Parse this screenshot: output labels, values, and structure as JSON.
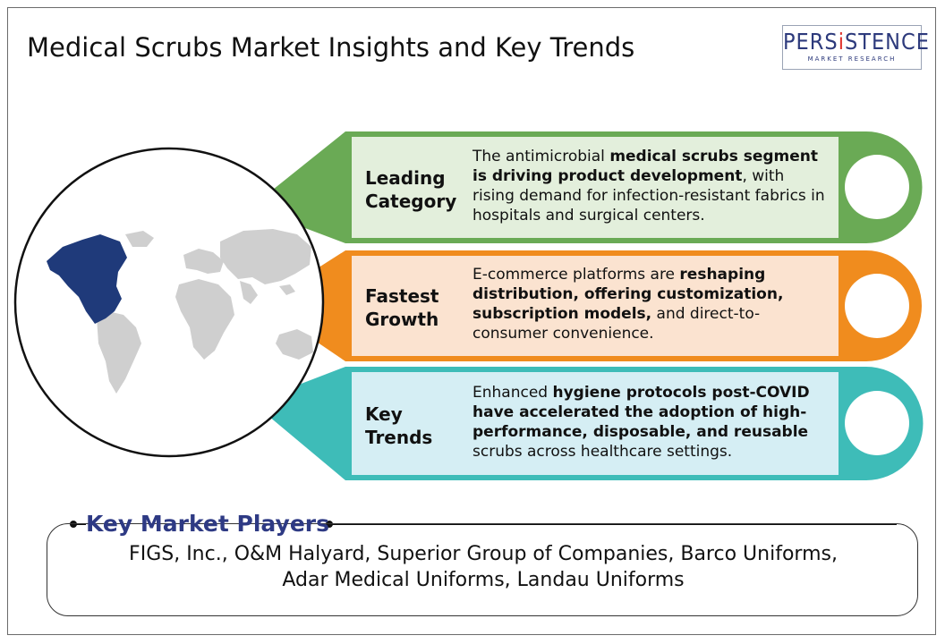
{
  "header": {
    "title": "Medical Scrubs Market Insights and Key Trends",
    "logo": {
      "brand_pre": "PERS",
      "brand_i": "i",
      "brand_post": "STENCE",
      "tagline": "MARKET RESEARCH"
    }
  },
  "insights": [
    {
      "label_lines": [
        "Leading",
        "Category"
      ],
      "description_parts": [
        {
          "text": "The antimicrobial ",
          "bold": false
        },
        {
          "text": "medical scrubs segment is driving product development",
          "bold": true
        },
        {
          "text": ", with rising demand for infection-resistant fabrics in hospitals and surgical centers.",
          "bold": false
        }
      ],
      "color": "#6aaa55",
      "fill": "#e3efdc"
    },
    {
      "label_lines": [
        "Fastest",
        "Growth"
      ],
      "description_parts": [
        {
          "text": "E-commerce platforms are ",
          "bold": false
        },
        {
          "text": "reshaping distribution, offering customization, subscription models,",
          "bold": true
        },
        {
          "text": " and direct-to-consumer convenience.",
          "bold": false
        }
      ],
      "color": "#f08c1e",
      "fill": "#fbe3d0"
    },
    {
      "label_lines": [
        "Key",
        "Trends"
      ],
      "description_parts": [
        {
          "text": "Enhanced ",
          "bold": false
        },
        {
          "text": "hygiene protocols post-COVID have accelerated the adoption of high-performance, disposable, and reusable",
          "bold": true
        },
        {
          "text": " scrubs across healthcare settings.",
          "bold": false
        }
      ],
      "color": "#3ebcb8",
      "fill": "#d5eef4"
    }
  ],
  "players": {
    "title": "Key Market Players",
    "list_line1": "FIGS, Inc., O&M Halyard, Superior Group of Companies, Barco Uniforms,",
    "list_line2": "Adar Medical Uniforms, Landau Uniforms"
  },
  "colors": {
    "title_blue": "#2e3a84",
    "map_gray": "#cfcfcf",
    "map_highlight": "#1f3a7a"
  }
}
